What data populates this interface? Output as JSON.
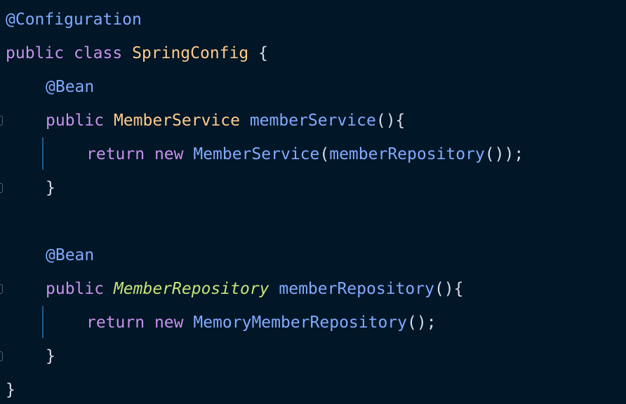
{
  "code": {
    "line1": {
      "annotation": "@Configuration"
    },
    "line2": {
      "kw_public": "public",
      "kw_class": "class",
      "class_name": "SpringConfig",
      "brace": "{"
    },
    "line3": {
      "annotation": "@Bean"
    },
    "line4": {
      "kw_public": "public",
      "type": "MemberService",
      "method": "memberService",
      "tail": "(){"
    },
    "line5": {
      "kw_return": "return",
      "kw_new": "new",
      "ctor": "MemberService",
      "paren_open": "(",
      "call": "memberRepository",
      "tail": "());"
    },
    "line6": {
      "brace": "}"
    },
    "line8": {
      "annotation": "@Bean"
    },
    "line9": {
      "kw_public": "public",
      "type": "MemberRepository",
      "method": "memberRepository",
      "tail": "(){"
    },
    "line10": {
      "kw_return": "return",
      "kw_new": "new",
      "ctor": "MemoryMemberRepository",
      "tail": "();"
    },
    "line11": {
      "brace": "}"
    },
    "line12": {
      "brace": "}"
    }
  },
  "colors": {
    "background": "#011627",
    "keyword": "#c792ea",
    "class_name": "#ffcb8b",
    "interface_name": "#c5e478",
    "function": "#82aaff",
    "text": "#d6deeb"
  }
}
